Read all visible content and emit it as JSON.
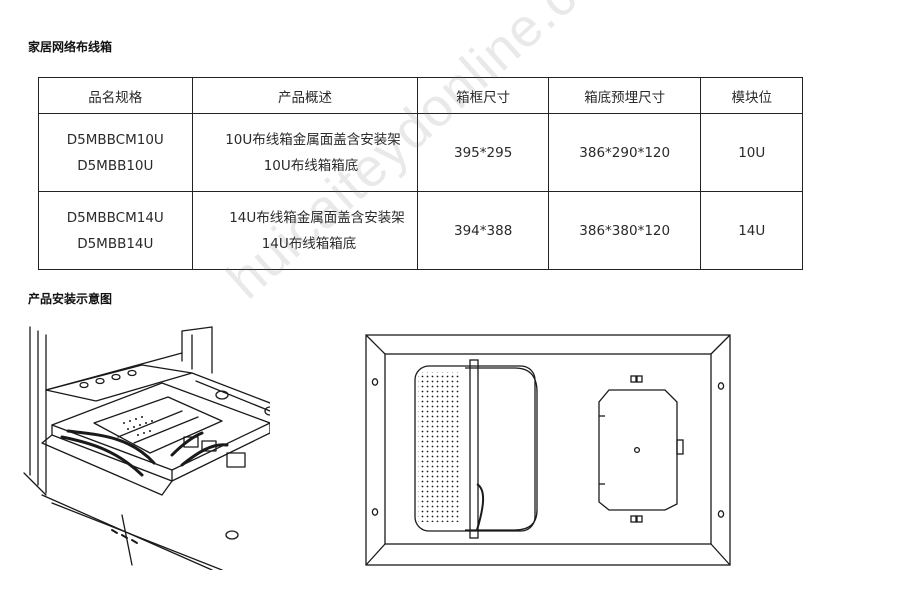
{
  "sections": {
    "spec_title": "家居网络布线箱",
    "install_title": "产品安装示意图"
  },
  "table": {
    "headers": [
      "品名规格",
      "产品概述",
      "箱框尺寸",
      "箱底预埋尺寸",
      "模块位"
    ],
    "rows": [
      {
        "models": [
          "D5MBBCM10U",
          "D5MBB10U"
        ],
        "descriptions": [
          "10U布线箱金属面盖含安装架",
          "10U布线箱箱底"
        ],
        "frame_size": "395*295",
        "embed_size": "386*290*120",
        "slots": "10U"
      },
      {
        "models": [
          "D5MBBCM14U",
          "D5MBB14U"
        ],
        "descriptions": [
          "14U布线箱金属面盖含安装架",
          "14U布线箱箱底"
        ],
        "frame_size": "394*388",
        "embed_size": "386*380*120",
        "slots": "14U"
      }
    ]
  },
  "watermark": "huicaiteydonline.com"
}
